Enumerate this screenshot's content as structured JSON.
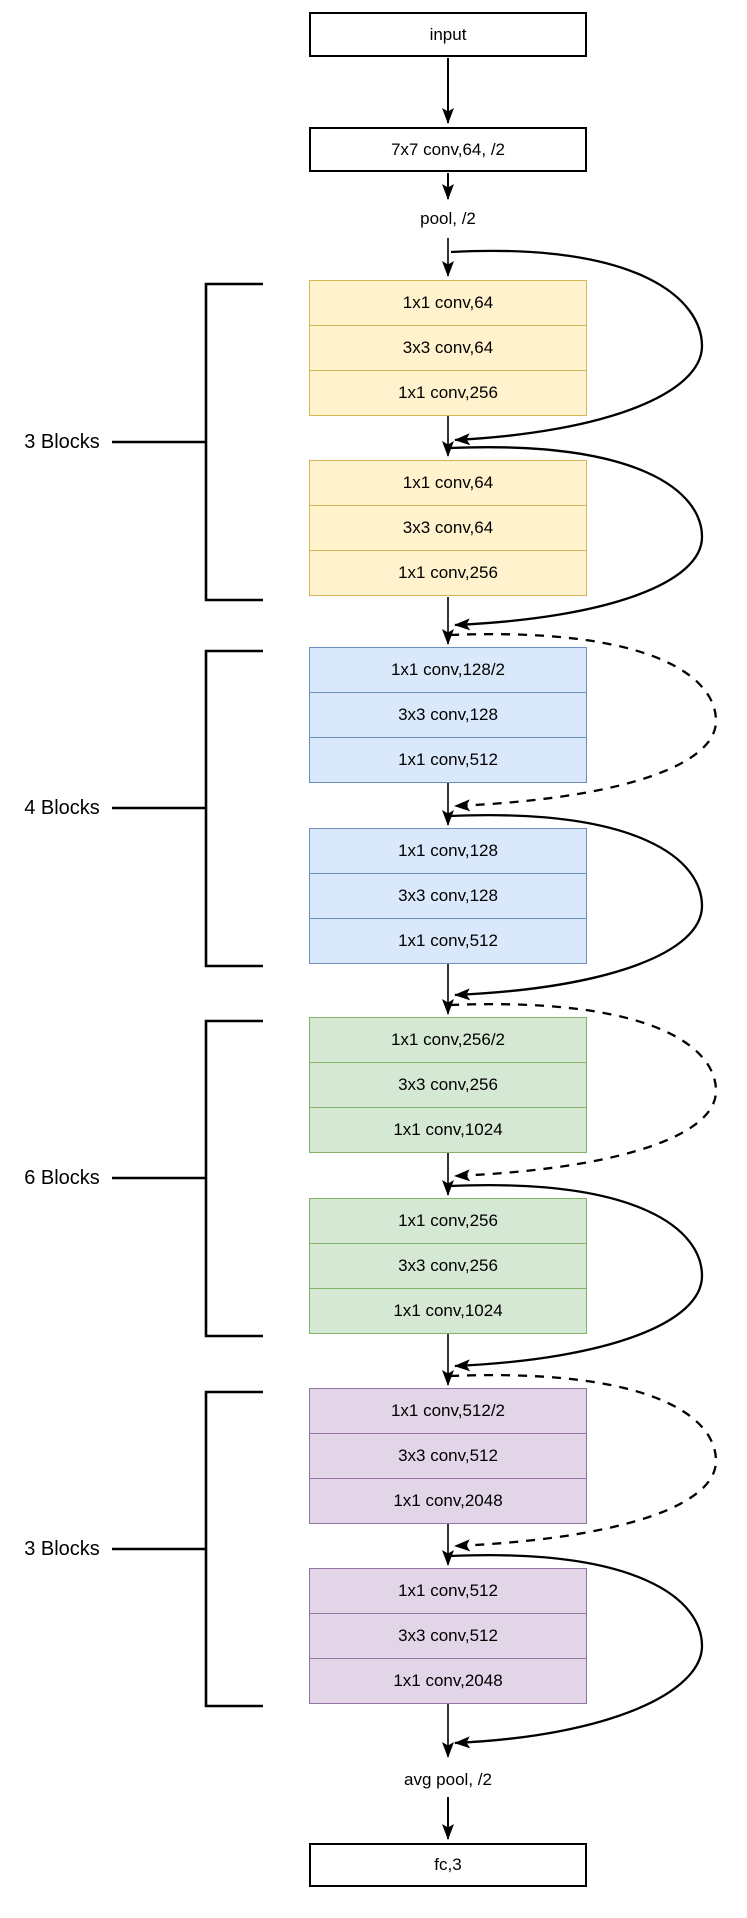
{
  "diagram": {
    "input_label": "input",
    "stem_conv_label": "7x7 conv,64, /2",
    "pool_label": "pool, /2",
    "avg_pool_label": "avg pool, /2",
    "fc_label": "fc,3"
  },
  "groups": [
    {
      "label": "3 Blocks",
      "fill": "#fff2cc",
      "border": "#d6b656",
      "entry_skip_style": "solid",
      "exit_skip_style": "solid",
      "blocks": [
        {
          "rows": [
            "1x1 conv,64",
            "3x3 conv,64",
            "1x1 conv,256"
          ]
        },
        {
          "rows": [
            "1x1 conv,64",
            "3x3 conv,64",
            "1x1 conv,256"
          ]
        }
      ]
    },
    {
      "label": "4 Blocks",
      "fill": "#dae8fc",
      "border": "#6c8ebf",
      "entry_skip_style": "dashed",
      "exit_skip_style": "solid",
      "blocks": [
        {
          "rows": [
            "1x1 conv,128/2",
            "3x3 conv,128",
            "1x1 conv,512"
          ]
        },
        {
          "rows": [
            "1x1 conv,128",
            "3x3 conv,128",
            "1x1 conv,512"
          ]
        }
      ]
    },
    {
      "label": "6 Blocks",
      "fill": "#d5e8d4",
      "border": "#82b366",
      "entry_skip_style": "dashed",
      "exit_skip_style": "solid",
      "blocks": [
        {
          "rows": [
            "1x1 conv,256/2",
            "3x3 conv,256",
            "1x1 conv,1024"
          ]
        },
        {
          "rows": [
            "1x1 conv,256",
            "3x3 conv,256",
            "1x1 conv,1024"
          ]
        }
      ]
    },
    {
      "label": "3 Blocks",
      "fill": "#e1d5e7",
      "border": "#9673a6",
      "entry_skip_style": "dashed",
      "exit_skip_style": "solid",
      "blocks": [
        {
          "rows": [
            "1x1 conv,512/2",
            "3x3 conv,512",
            "1x1 conv,2048"
          ]
        },
        {
          "rows": [
            "1x1 conv,512",
            "3x3 conv,512",
            "1x1 conv,2048"
          ]
        }
      ]
    }
  ],
  "colors": {
    "background": "#ffffff",
    "edge": "#000000",
    "plain_node_fill": "#ffffff",
    "plain_node_border": "#000000"
  }
}
